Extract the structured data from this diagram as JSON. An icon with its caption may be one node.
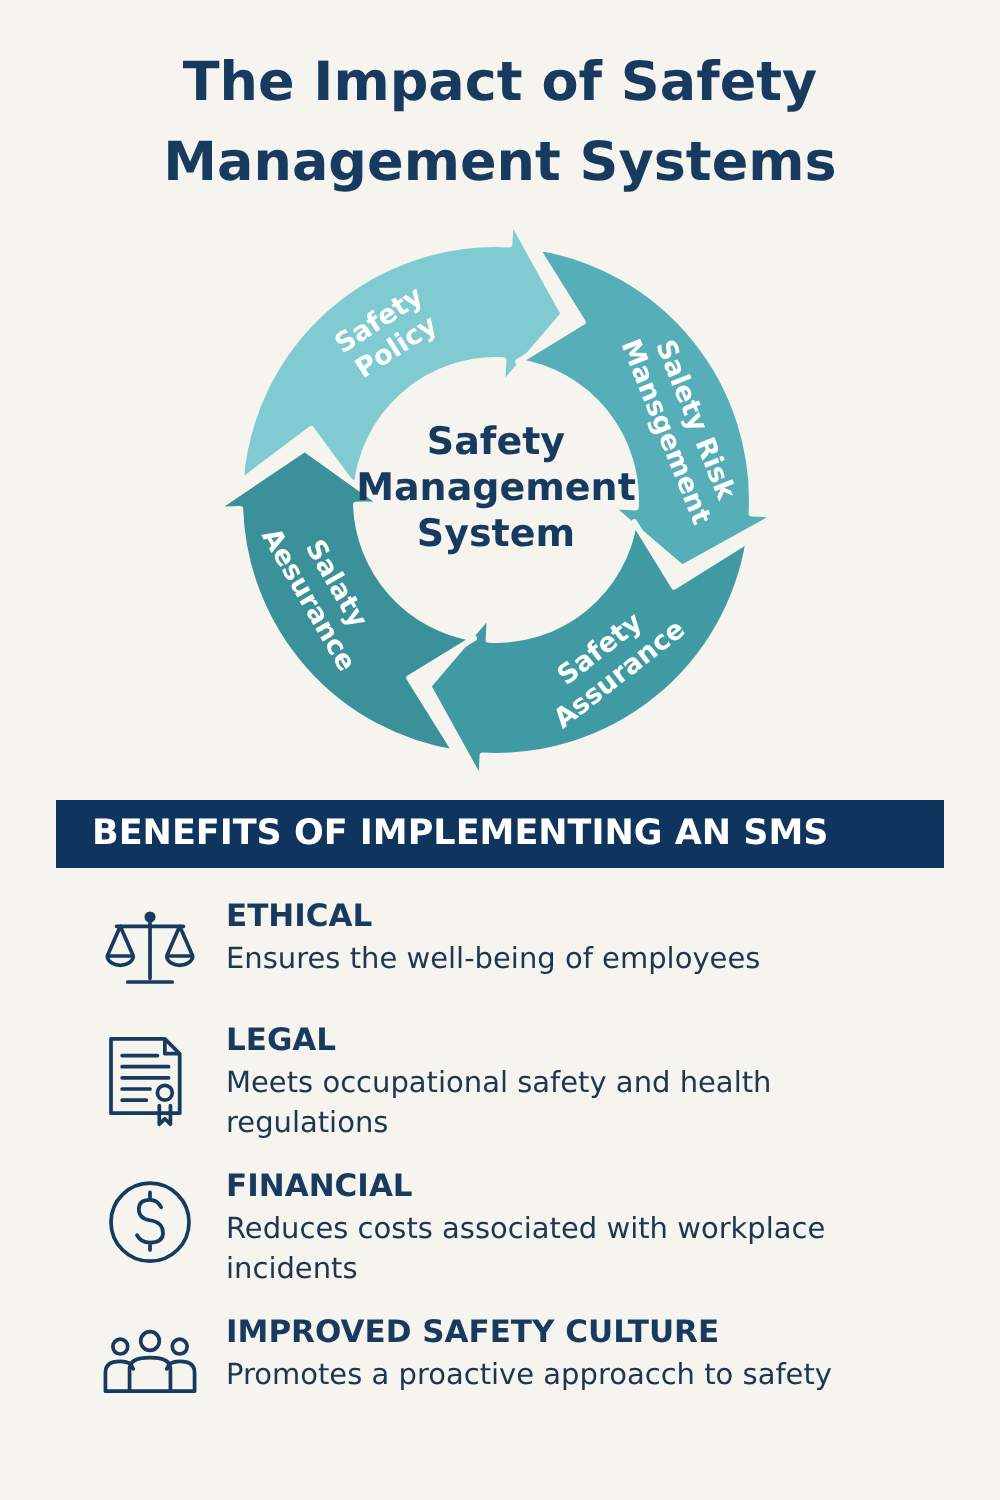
{
  "diagram": {
    "title": "The Impact of Safety Management Systems",
    "nodes": [
      {
        "text": [
          "Safety Policy"
        ]
      },
      {
        "text": [
          "Salety Risk Mansgement"
        ]
      },
      {
        "text": [
          "Safety Assurance"
        ]
      },
      {
        "text": [
          "Salaty Aesurance"
        ]
      },
      {
        "text": [
          "Safety Management System"
        ]
      },
      {
        "text": [
          "BENEFITS OF IMPLEMENTING AN SMS"
        ]
      }
    ],
    "labels": [
      "ETHICAL",
      "Ensures the well-being of employees",
      "LEGAL",
      "Meets occupational safety and health regulations",
      "FINANCIAL",
      "Reduces costs associated with workplace incidents",
      "IMPROVED SAFETY CULTURE",
      "Promotes a proactive approacch to safety"
    ]
  }
}
